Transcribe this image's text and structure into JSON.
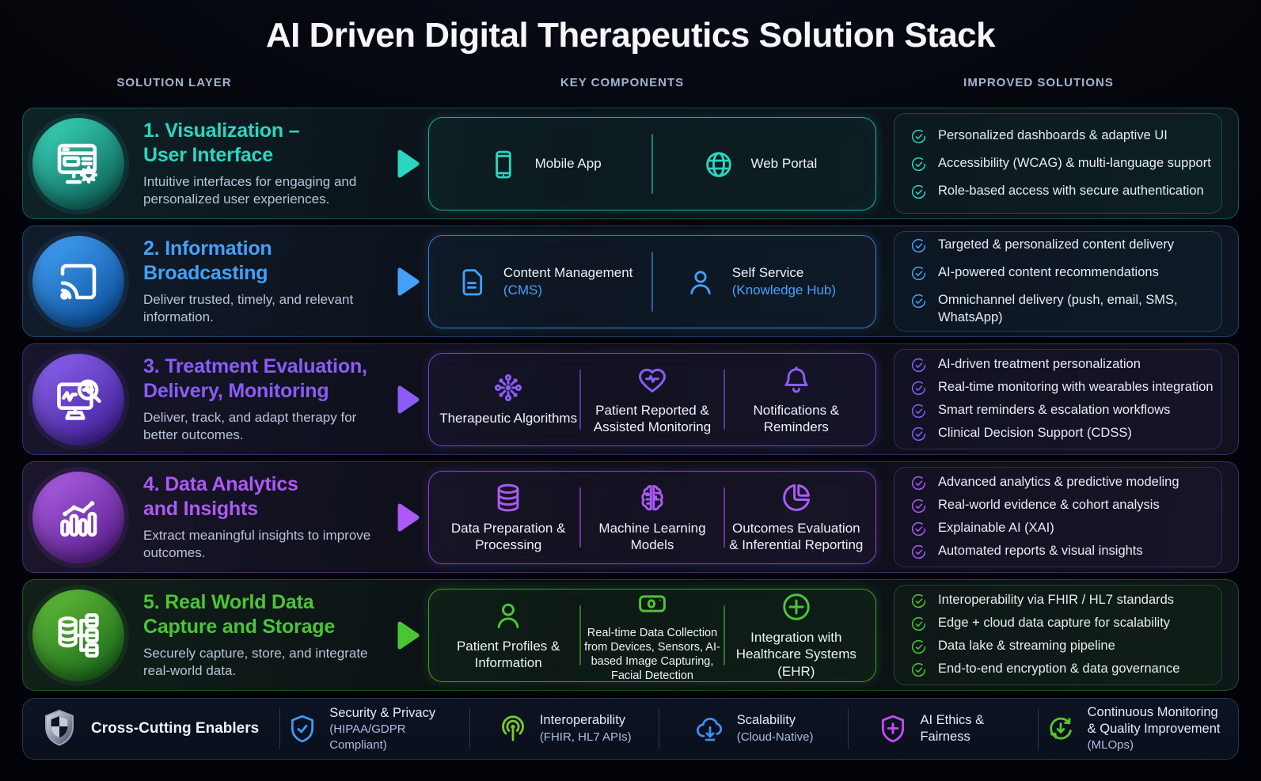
{
  "page": {
    "title": "AI Driven Digital Therapeutics Solution Stack",
    "columns": [
      "SOLUTION LAYER",
      "KEY COMPONENTS",
      "IMPROVED SOLUTIONS"
    ]
  },
  "rows": [
    {
      "id": "visualization-user-interface",
      "accent": "#2bd6c0",
      "circle_gradient": [
        "#3ddfc2",
        "#0a5a52"
      ],
      "circle_icon": "browser-gear-icon",
      "title": "1. Visualization –\nUser Interface",
      "description": "Intuitive interfaces for engaging and personalized user experiences.",
      "components": [
        {
          "icon": "smartphone-icon",
          "label": "Mobile App",
          "sublabel": ""
        },
        {
          "icon": "globe-icon",
          "label": "Web Portal",
          "sublabel": ""
        }
      ],
      "solutions": [
        "Personalized dashboards & adaptive UI",
        "Accessibility (WCAG) & multi-language support",
        "Role-based access with secure authentication"
      ]
    },
    {
      "id": "information-broadcasting",
      "accent": "#45a0f8",
      "circle_gradient": [
        "#46a7fb",
        "#0a4c99"
      ],
      "circle_icon": "cast-icon",
      "title": "2. Information\nBroadcasting",
      "description": "Deliver trusted, timely, and relevant information.",
      "components": [
        {
          "icon": "document-icon",
          "label": "Content Management",
          "sublabel": "(CMS)"
        },
        {
          "icon": "person-icon",
          "label": "Self Service",
          "sublabel": "(Knowledge Hub)"
        }
      ],
      "solutions": [
        "Targeted & personalized content delivery",
        "AI-powered content recommendations",
        "Omnichannel delivery (push, email, SMS, WhatsApp)"
      ]
    },
    {
      "id": "treatment-evaluation-delivery-monitoring",
      "accent": "#8b5cf6",
      "circle_gradient": [
        "#8f68f5",
        "#3e1d95"
      ],
      "circle_icon": "monitor-pulse-search-icon",
      "title": "3. Treatment Evaluation,\nDelivery, Monitoring",
      "description": "Deliver, track, and adapt therapy for better outcomes.",
      "components": [
        {
          "icon": "hub-network-icon",
          "label": "Therapeutic Algorithms",
          "sublabel": ""
        },
        {
          "icon": "heart-pulse-icon",
          "label": "Patient Reported & Assisted Monitoring",
          "sublabel": ""
        },
        {
          "icon": "bell-icon",
          "label": "Notifications & Reminders",
          "sublabel": ""
        }
      ],
      "solutions": [
        "AI-driven treatment personalization",
        "Real-time monitoring with wearables integration",
        "Smart reminders & escalation workflows",
        "Clinical Decision Support (CDSS)"
      ]
    },
    {
      "id": "data-analytics-and-insights",
      "accent": "#ab5af5",
      "circle_gradient": [
        "#b264ec",
        "#551a86"
      ],
      "circle_icon": "bar-chart-icon",
      "title": "4. Data Analytics\nand Insights",
      "description": "Extract meaningful insights to improve outcomes.",
      "components": [
        {
          "icon": "database-icon",
          "label": "Data Preparation & Processing",
          "sublabel": ""
        },
        {
          "icon": "brain-icon",
          "label": "Machine Learning Models",
          "sublabel": ""
        },
        {
          "icon": "pie-chart-icon",
          "label": "Outcomes Evaluation & Inferential Reporting",
          "sublabel": ""
        }
      ],
      "solutions": [
        "Advanced analytics & predictive modeling",
        "Real-world evidence & cohort analysis",
        "Explainable AI (XAI)",
        "Automated reports & visual insights"
      ]
    },
    {
      "id": "real-world-data-capture-storage",
      "accent": "#49c636",
      "circle_gradient": [
        "#67c33a",
        "#15651a"
      ],
      "circle_icon": "database-tree-icon",
      "title": "5. Real World Data\nCapture and Storage",
      "description": "Securely capture, store, and integrate real-world data.",
      "components": [
        {
          "icon": "person-icon",
          "label": "Patient Profiles & Information",
          "sublabel": ""
        },
        {
          "icon": "camera-icon",
          "label": "Real-time Data Collection from Devices, Sensors, AI-based Image Capturing, Facial Detection",
          "sublabel": ""
        },
        {
          "icon": "plus-circle-icon",
          "label": "Integration with Healthcare Systems (EHR)",
          "sublabel": ""
        }
      ],
      "solutions": [
        "Interoperability via FHIR / HL7 standards",
        "Edge + cloud data capture for scalability",
        "Data lake & streaming pipeline",
        "End-to-end encryption & data governance"
      ]
    }
  ],
  "footer": {
    "heading": "Cross-Cutting Enablers",
    "heading_icon": "shield-icon",
    "items": [
      {
        "icon": "shield-check-icon",
        "color": "#3b9af8",
        "label": "Security & Privacy",
        "sublabel": "(HIPAA/GDPR Compliant)"
      },
      {
        "icon": "radar-rings-icon",
        "color": "#79c82d",
        "label": "Interoperability",
        "sublabel": "(FHIR, HL7 APIs)"
      },
      {
        "icon": "cloud-download-icon",
        "color": "#3e8ef0",
        "label": "Scalability",
        "sublabel": "(Cloud-Native)"
      },
      {
        "icon": "shield-plus-icon",
        "color": "#c44df0",
        "label": "AI Ethics & Fairness",
        "sublabel": ""
      },
      {
        "icon": "cycle-download-icon",
        "color": "#56c52e",
        "label": "Continuous Monitoring & Quality Improvement",
        "sublabel": "(MLOps)"
      }
    ]
  }
}
